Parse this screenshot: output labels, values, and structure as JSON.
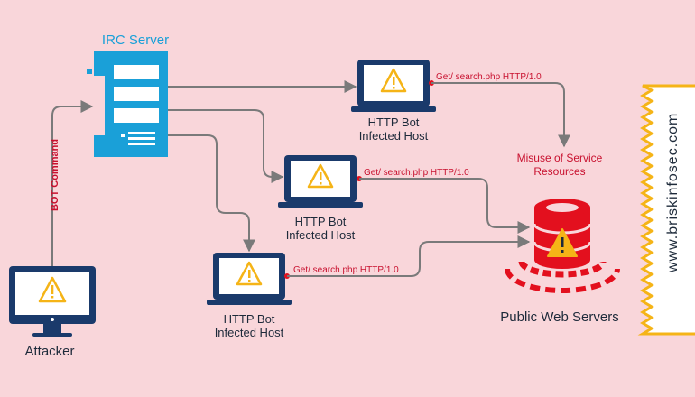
{
  "irc_server": {
    "label": "IRC Server"
  },
  "attacker": {
    "label": "Attacker"
  },
  "edge_labels": {
    "bot_command": "BOT Command"
  },
  "hosts": [
    {
      "line1": "HTTP Bot",
      "line2": "Infected Host",
      "request": "Get/ search.php HTTP/1.0"
    },
    {
      "line1": "HTTP Bot",
      "line2": "Infected Host",
      "request": "Get/ search.php HTTP/1.0"
    },
    {
      "line1": "HTTP Bot",
      "line2": "Infected Host",
      "request": "Get/ search.php HTTP/1.0"
    }
  ],
  "misuse": {
    "line1": "Misuse of Service",
    "line2": "Resources"
  },
  "web_servers": {
    "label": "Public Web Servers"
  },
  "brand": {
    "text": "www.briskinfosec.com"
  },
  "colors": {
    "background": "#f9d6da",
    "navy": "#1a3a6b",
    "server_blue": "#1aa0d8",
    "red": "#e3101e",
    "warning_yellow": "#f5b417",
    "arrow_gray": "#7a7a7a",
    "brand_gold": "#f5b417"
  },
  "icons": [
    "server-icon",
    "laptop-icon",
    "warning-icon",
    "database-icon",
    "monitor-icon"
  ]
}
